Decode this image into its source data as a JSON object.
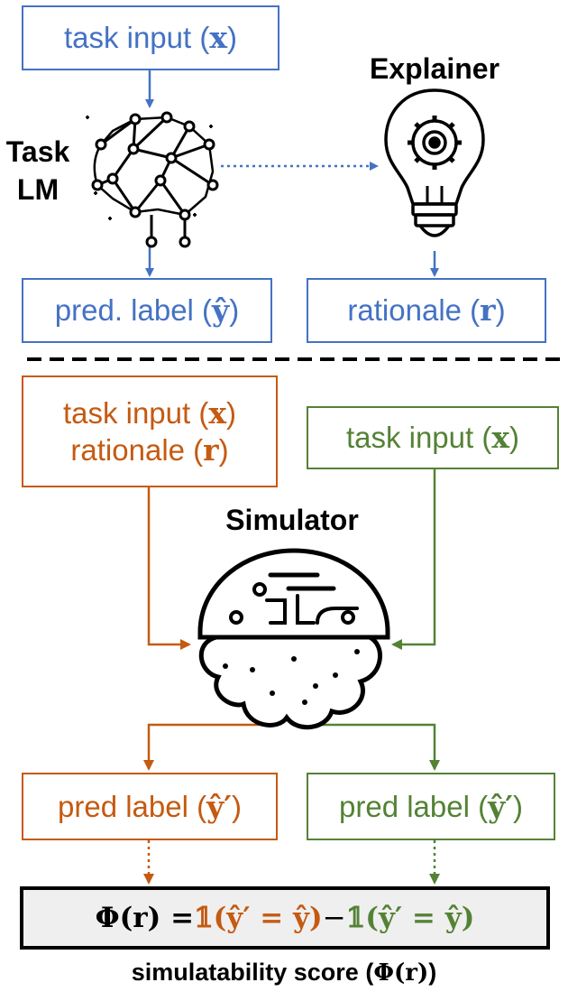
{
  "top": {
    "task_input": {
      "text": "task input (",
      "var": "x",
      "close": ")"
    },
    "task_lm_label_line1": "Task",
    "task_lm_label_line2": "LM",
    "explainer_label": "Explainer",
    "pred_label": {
      "text": "pred. label (",
      "var": "ŷ",
      "close": ")"
    },
    "rationale": {
      "text": "rationale (",
      "var": "r",
      "close": ")"
    }
  },
  "bottom": {
    "orange_input": {
      "line1_text": "task input (",
      "line1_var": "x",
      "line1_close": ")",
      "line2_text": "rationale (",
      "line2_var": "r",
      "line2_close": ")"
    },
    "green_input": {
      "text": "task input (",
      "var": "x",
      "close": ")"
    },
    "simulator_label": "Simulator",
    "orange_pred": {
      "text": "pred label (",
      "var": "ŷ′",
      "close": ")"
    },
    "green_pred": {
      "text": "pred label (",
      "var": "ŷ′",
      "close": ")"
    }
  },
  "score": {
    "lhs": "Φ(r) = ",
    "term1": "𝟙(ŷ′ = ŷ)",
    "minus": " − ",
    "term2": "𝟙(ŷ′ = ŷ)"
  },
  "caption": {
    "text": "simulatability score (",
    "var": "Φ(r)",
    "close": ")"
  },
  "colors": {
    "blue": "#4472c4",
    "orange": "#c55a11",
    "green": "#548235",
    "black": "#000000"
  },
  "icons": [
    "brain-network-icon",
    "lightbulb-gear-icon",
    "robot-brain-icon"
  ]
}
